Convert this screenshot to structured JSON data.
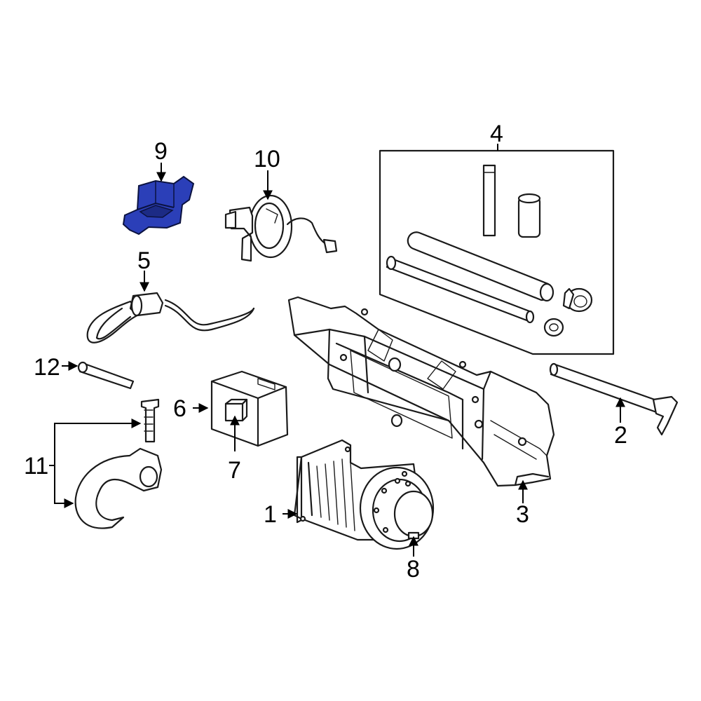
{
  "diagram": {
    "callouts": [
      "1",
      "2",
      "3",
      "4",
      "5",
      "6",
      "7",
      "8",
      "9",
      "10",
      "11",
      "12"
    ],
    "highlight_color": "#2b3fb8"
  }
}
